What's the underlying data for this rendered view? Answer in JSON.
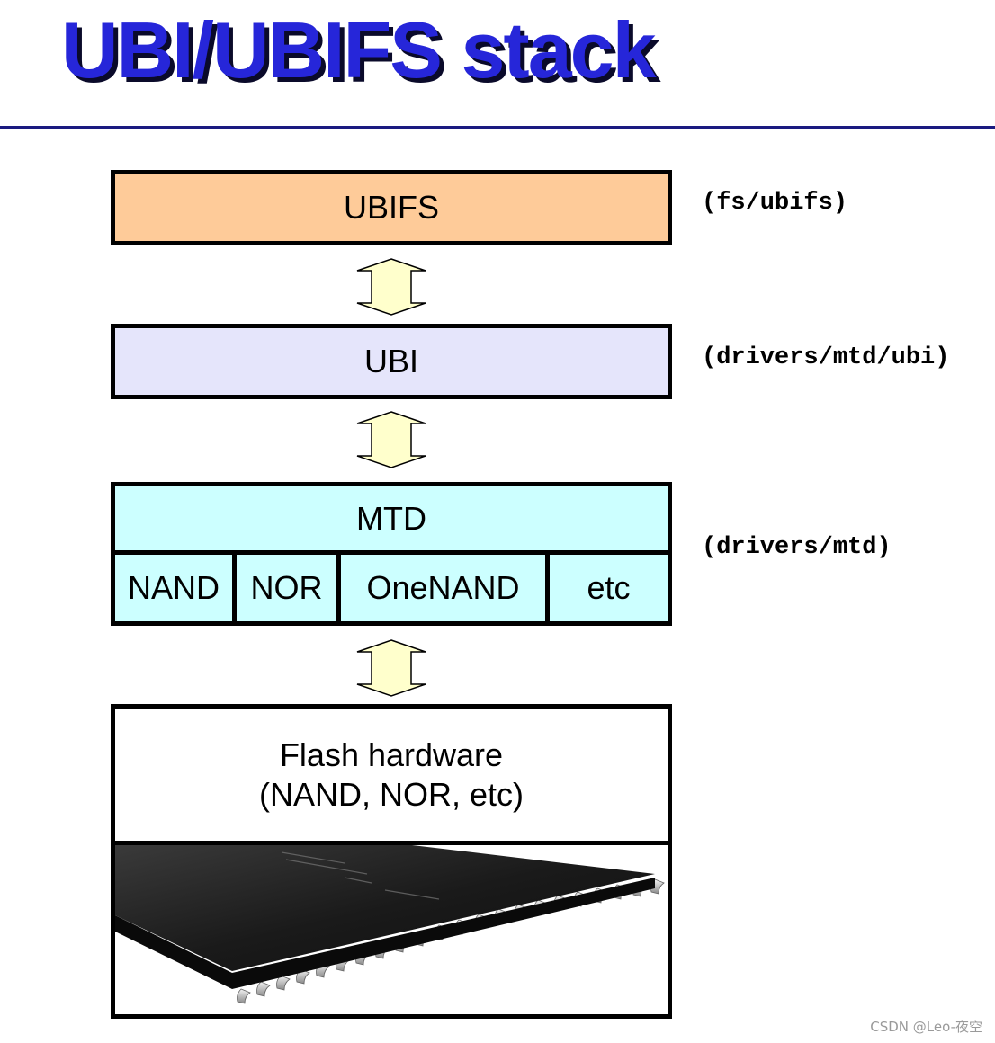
{
  "title": "UBI/UBIFS stack",
  "layers": {
    "ubifs": {
      "label": "UBIFS",
      "path": "(fs/ubifs)",
      "color": "#fecb99"
    },
    "ubi": {
      "label": "UBI",
      "path": "(drivers/mtd/ubi)",
      "color": "#e5e5fb"
    },
    "mtd": {
      "label": "MTD",
      "path": "(drivers/mtd)",
      "color": "#ccffff",
      "sublayers": [
        "NAND",
        "NOR",
        "OneNAND",
        "etc"
      ]
    },
    "hardware": {
      "line1": "Flash hardware",
      "line2": "(NAND, NOR, etc)",
      "image_alt": "flash chip"
    }
  },
  "arrow_color": "#ffffcc",
  "watermark": "CSDN @Leo-夜空"
}
